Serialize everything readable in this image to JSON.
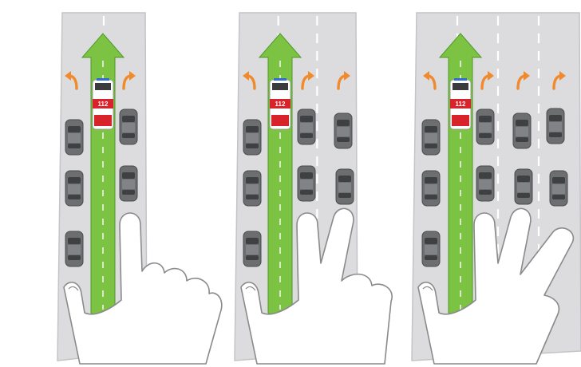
{
  "diagram": {
    "ambulance_label": "112",
    "colors": {
      "road": "#dcdcde",
      "road_edge": "#c4c4c8",
      "lane_mark": "#ffffff",
      "corridor": "#7cc243",
      "corridor_dark": "#4e9a27",
      "turn_arrow": "#f08a2c",
      "car_body": "#6d6e70",
      "car_glass": "#3f4042",
      "ambulance_body": "#ffffff",
      "ambulance_stripe": "#d8232a",
      "hand_fill": "#ffffff",
      "hand_line": "#8a8a8a"
    },
    "panels": [
      {
        "lanes": 2,
        "fingers_raised": 1
      },
      {
        "lanes": 3,
        "fingers_raised": 2
      },
      {
        "lanes": 4,
        "fingers_raised": 3
      }
    ]
  }
}
